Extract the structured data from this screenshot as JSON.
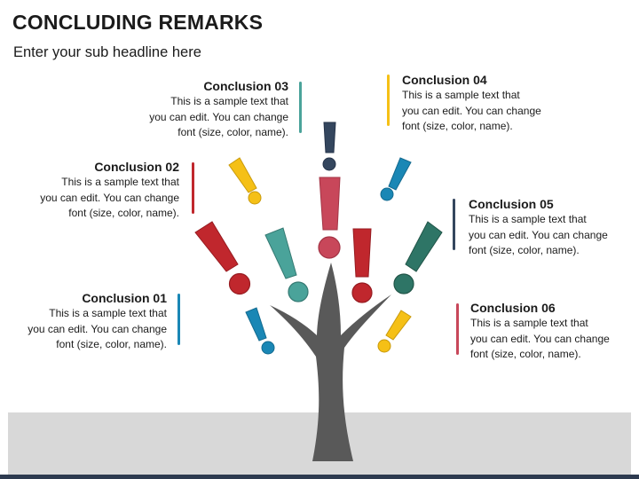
{
  "header": {
    "title": "CONCLUDING REMARKS",
    "subtitle": "Enter your sub headline here"
  },
  "colors": {
    "red": "#c0272d",
    "pink": "#c8475a",
    "teal": "#4aa39a",
    "dark_teal": "#2e7566",
    "blue": "#1a87b5",
    "navy": "#34465e",
    "yellow": "#f5c016",
    "tree": "#595959",
    "ground": "#d8d8d8"
  },
  "conclusions": [
    {
      "title": "Conclusion 01",
      "lines": [
        "This is a sample text that",
        "you can edit. You can change",
        "font (size, color, name)."
      ],
      "color": "#1a87b5"
    },
    {
      "title": "Conclusion 02",
      "lines": [
        "This is a sample text that",
        "you can edit. You can change",
        "font (size, color, name)."
      ],
      "color": "#c0272d"
    },
    {
      "title": "Conclusion 03",
      "lines": [
        "This is a sample text that",
        "you can edit. You can change",
        "font (size, color, name)."
      ],
      "color": "#4aa39a"
    },
    {
      "title": "Conclusion 04",
      "lines": [
        "This is a sample text that",
        "you can edit. You can change",
        "font (size, color, name)."
      ],
      "color": "#f5c016"
    },
    {
      "title": "Conclusion 05",
      "lines": [
        "This is a sample text that",
        "you can edit. You can change",
        "font (size, color, name)."
      ],
      "color": "#34465e"
    },
    {
      "title": "Conclusion 06",
      "lines": [
        "This is a sample text that",
        "you can edit. You can change",
        "font (size, color, name)."
      ],
      "color": "#c8475a"
    }
  ]
}
